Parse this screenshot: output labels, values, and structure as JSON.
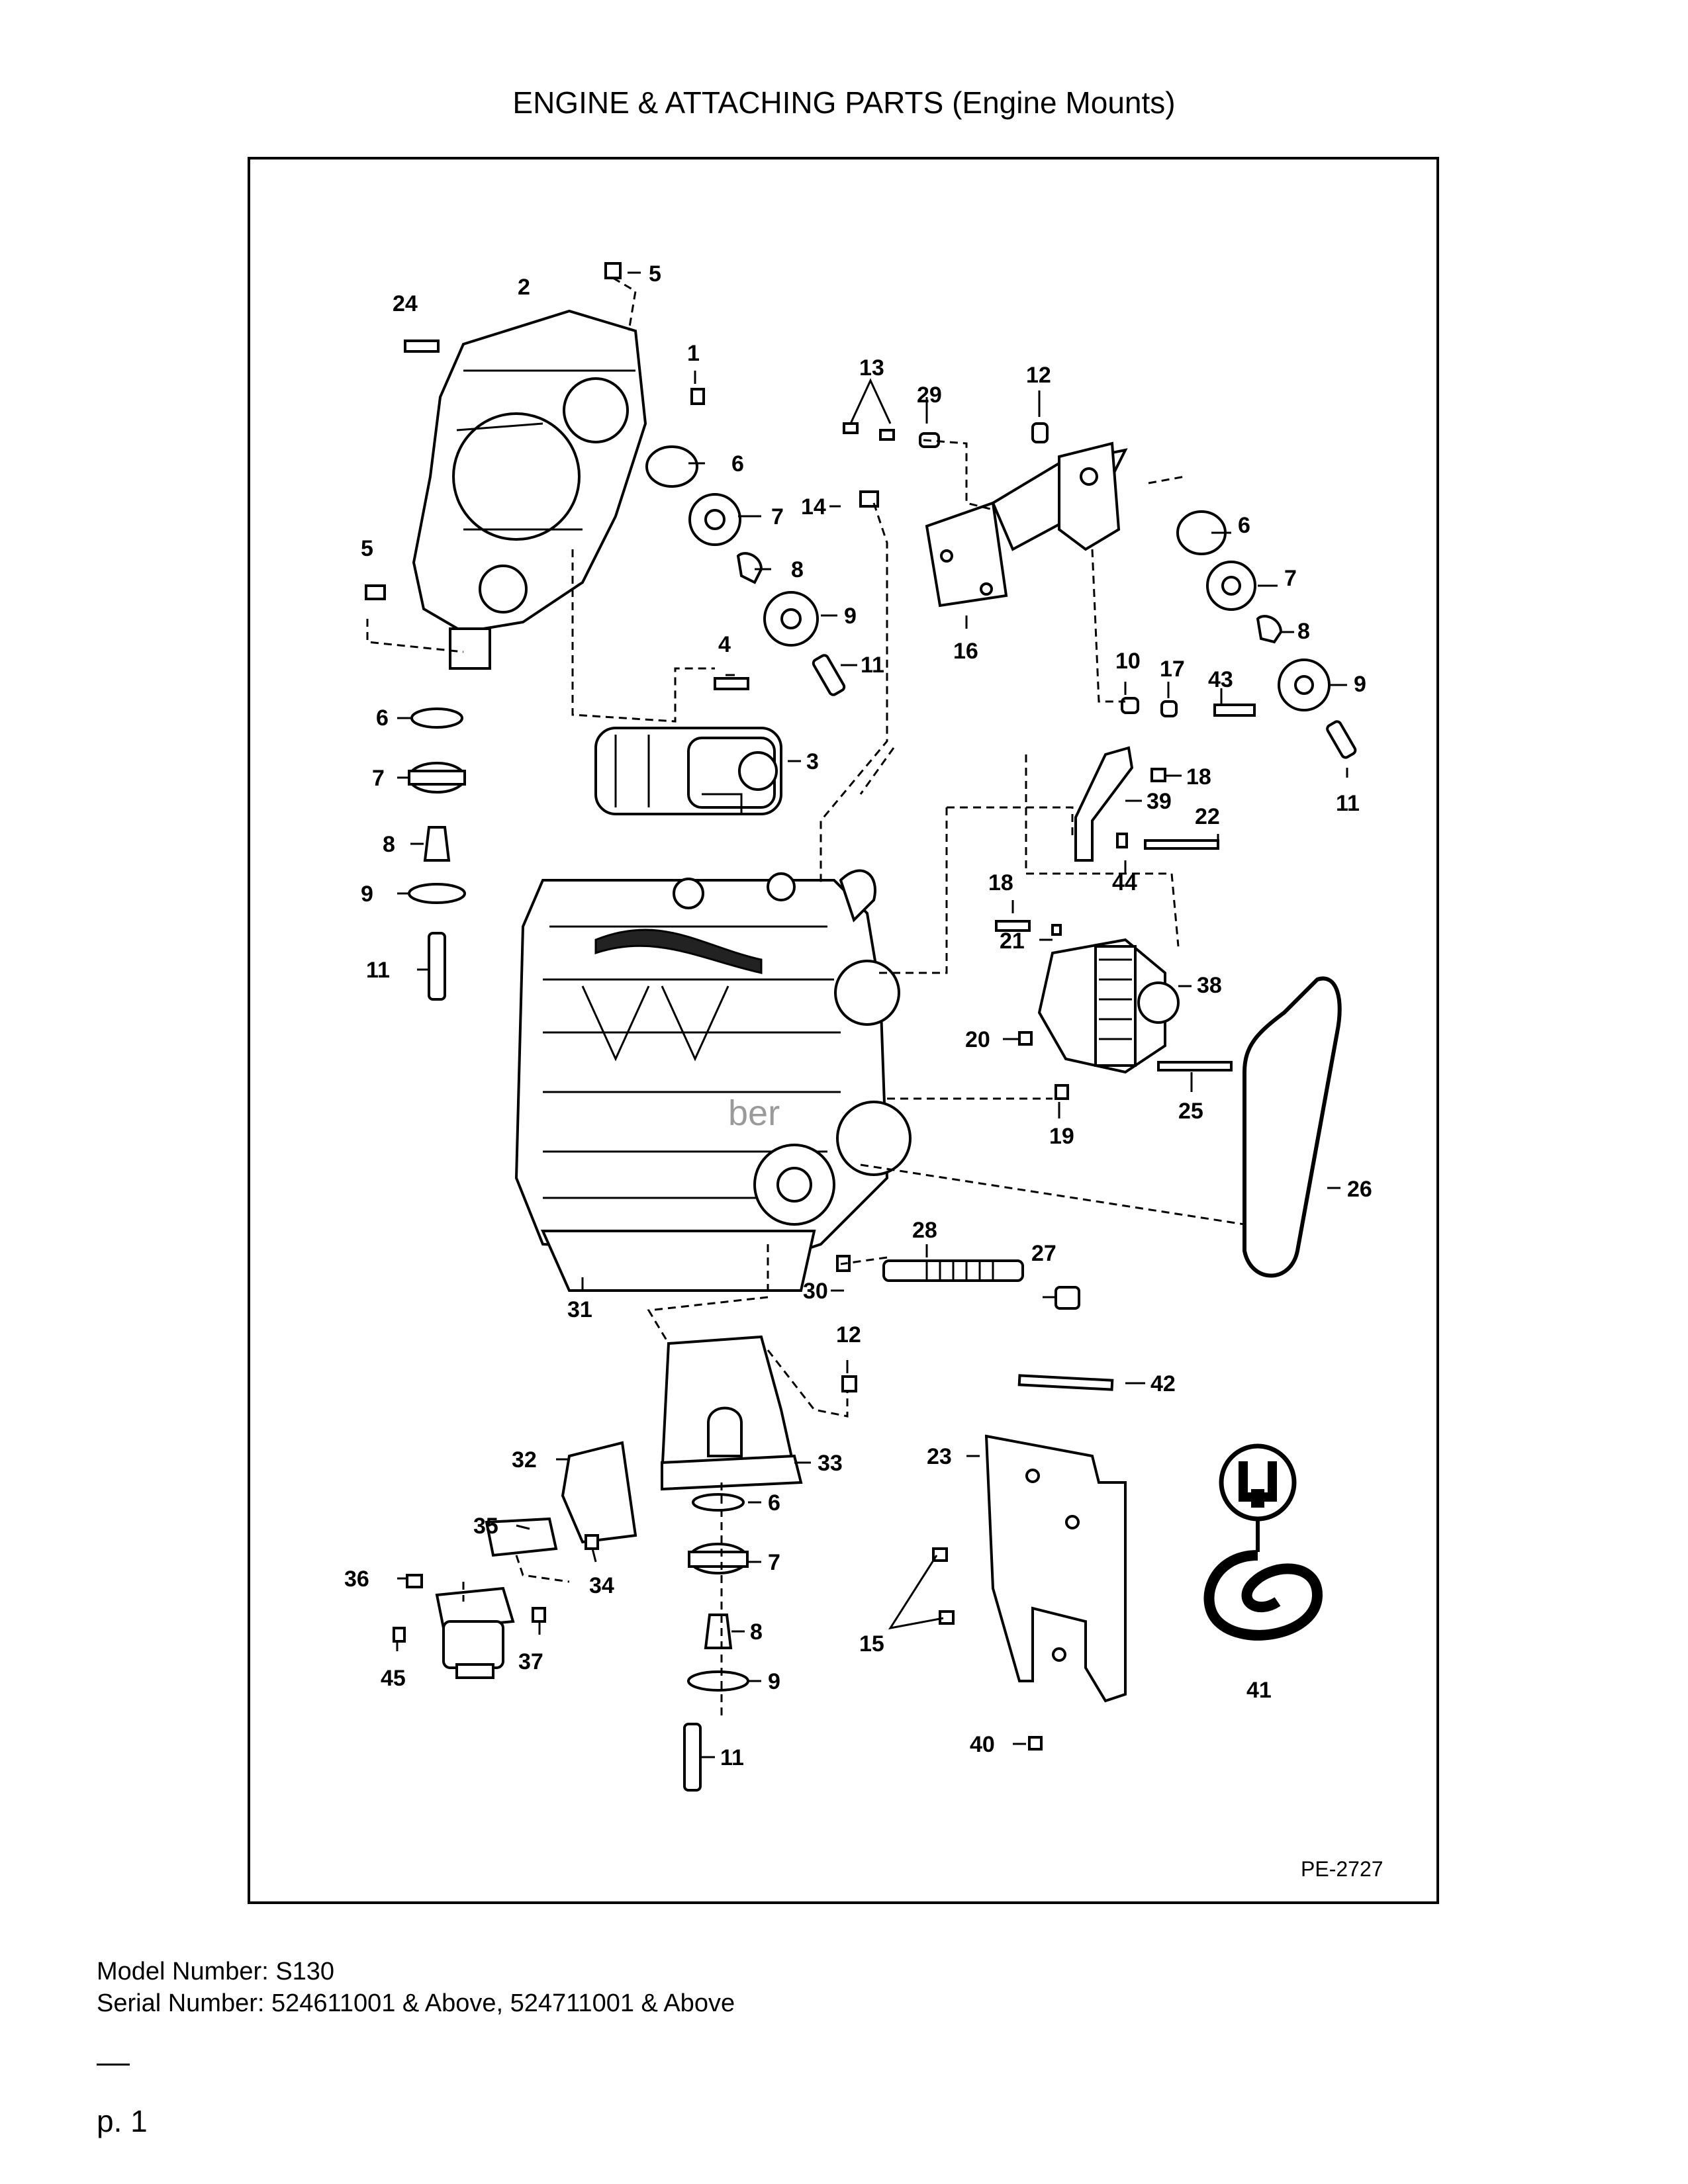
{
  "page_title": "ENGINE & ATTACHING PARTS (Engine Mounts)",
  "diagram": {
    "code": "PE-2727",
    "callouts": [
      "1",
      "2",
      "3",
      "4",
      "5",
      "5",
      "6",
      "6",
      "6",
      "6",
      "7",
      "7",
      "7",
      "7",
      "8",
      "8",
      "8",
      "8",
      "9",
      "9",
      "9",
      "9",
      "10",
      "11",
      "11",
      "11",
      "11",
      "12",
      "12",
      "13",
      "14",
      "15",
      "16",
      "17",
      "18",
      "18",
      "19",
      "20",
      "21",
      "22",
      "23",
      "24",
      "25",
      "26",
      "27",
      "28",
      "29",
      "30",
      "31",
      "32",
      "33",
      "34",
      "35",
      "36",
      "37",
      "38",
      "39",
      "40",
      "41",
      "42",
      "43",
      "44",
      "45"
    ]
  },
  "footer": {
    "model": "Model Number: S130",
    "serial": "Serial Number: 524611001 & Above, 524711001 & Above"
  },
  "page_number": "p. 1"
}
